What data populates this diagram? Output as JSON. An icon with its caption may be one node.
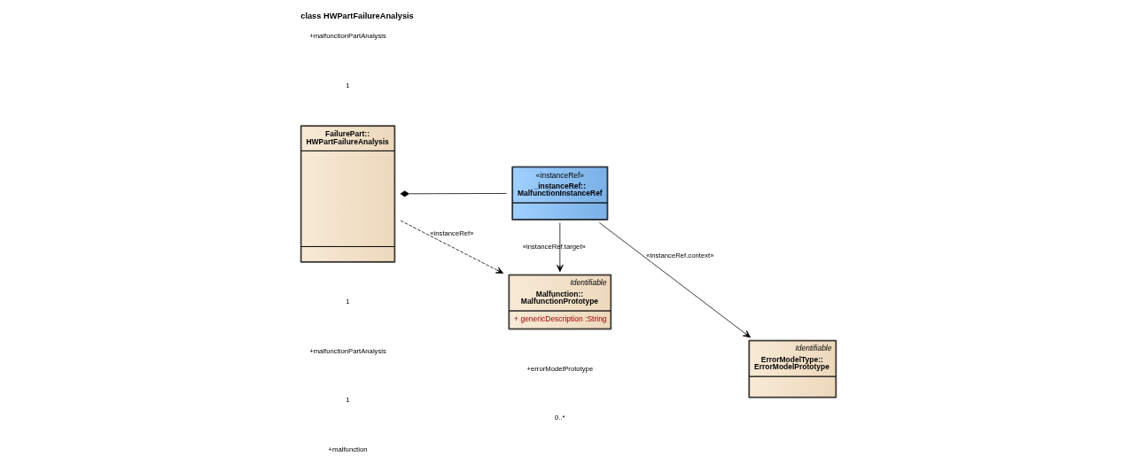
{
  "diagram": {
    "title": "class HWPartFailureAnalysis",
    "nodes": [
      {
        "text": [
          "FailurePart:: HWPartFailureAnalysis"
        ]
      },
      {
        "text": [
          "Identifiable",
          "Malfunction:: MalfunctionPrototype",
          "+ genericDescription :String"
        ]
      },
      {
        "text": [
          "«instanceRef»",
          "_instanceRef:: MalfunctionInstanceRef"
        ]
      },
      {
        "text": [
          "Identifiable",
          "ErrorModelType:: ErrorModelPrototype"
        ]
      }
    ],
    "edges": [
      {
        "from": 0,
        "to": 1,
        "arrow": "to",
        "label": "«instanceRef»",
        "style": "dashed"
      },
      {
        "from": 0,
        "to": 2,
        "arrow": "other"
      },
      {
        "from": 2,
        "to": 1,
        "arrow": "to",
        "label": "«instanceRef.target»"
      },
      {
        "from": 2,
        "to": 3,
        "arrow": "to",
        "label": "«instanceRef.context»"
      }
    ],
    "labels": [
      "+malfunctionPartAnalysis",
      "1",
      "+malfunction",
      "1",
      "+malfunctionPartAnalysis",
      "1",
      "+errorModelPrototype",
      "0..*"
    ]
  }
}
